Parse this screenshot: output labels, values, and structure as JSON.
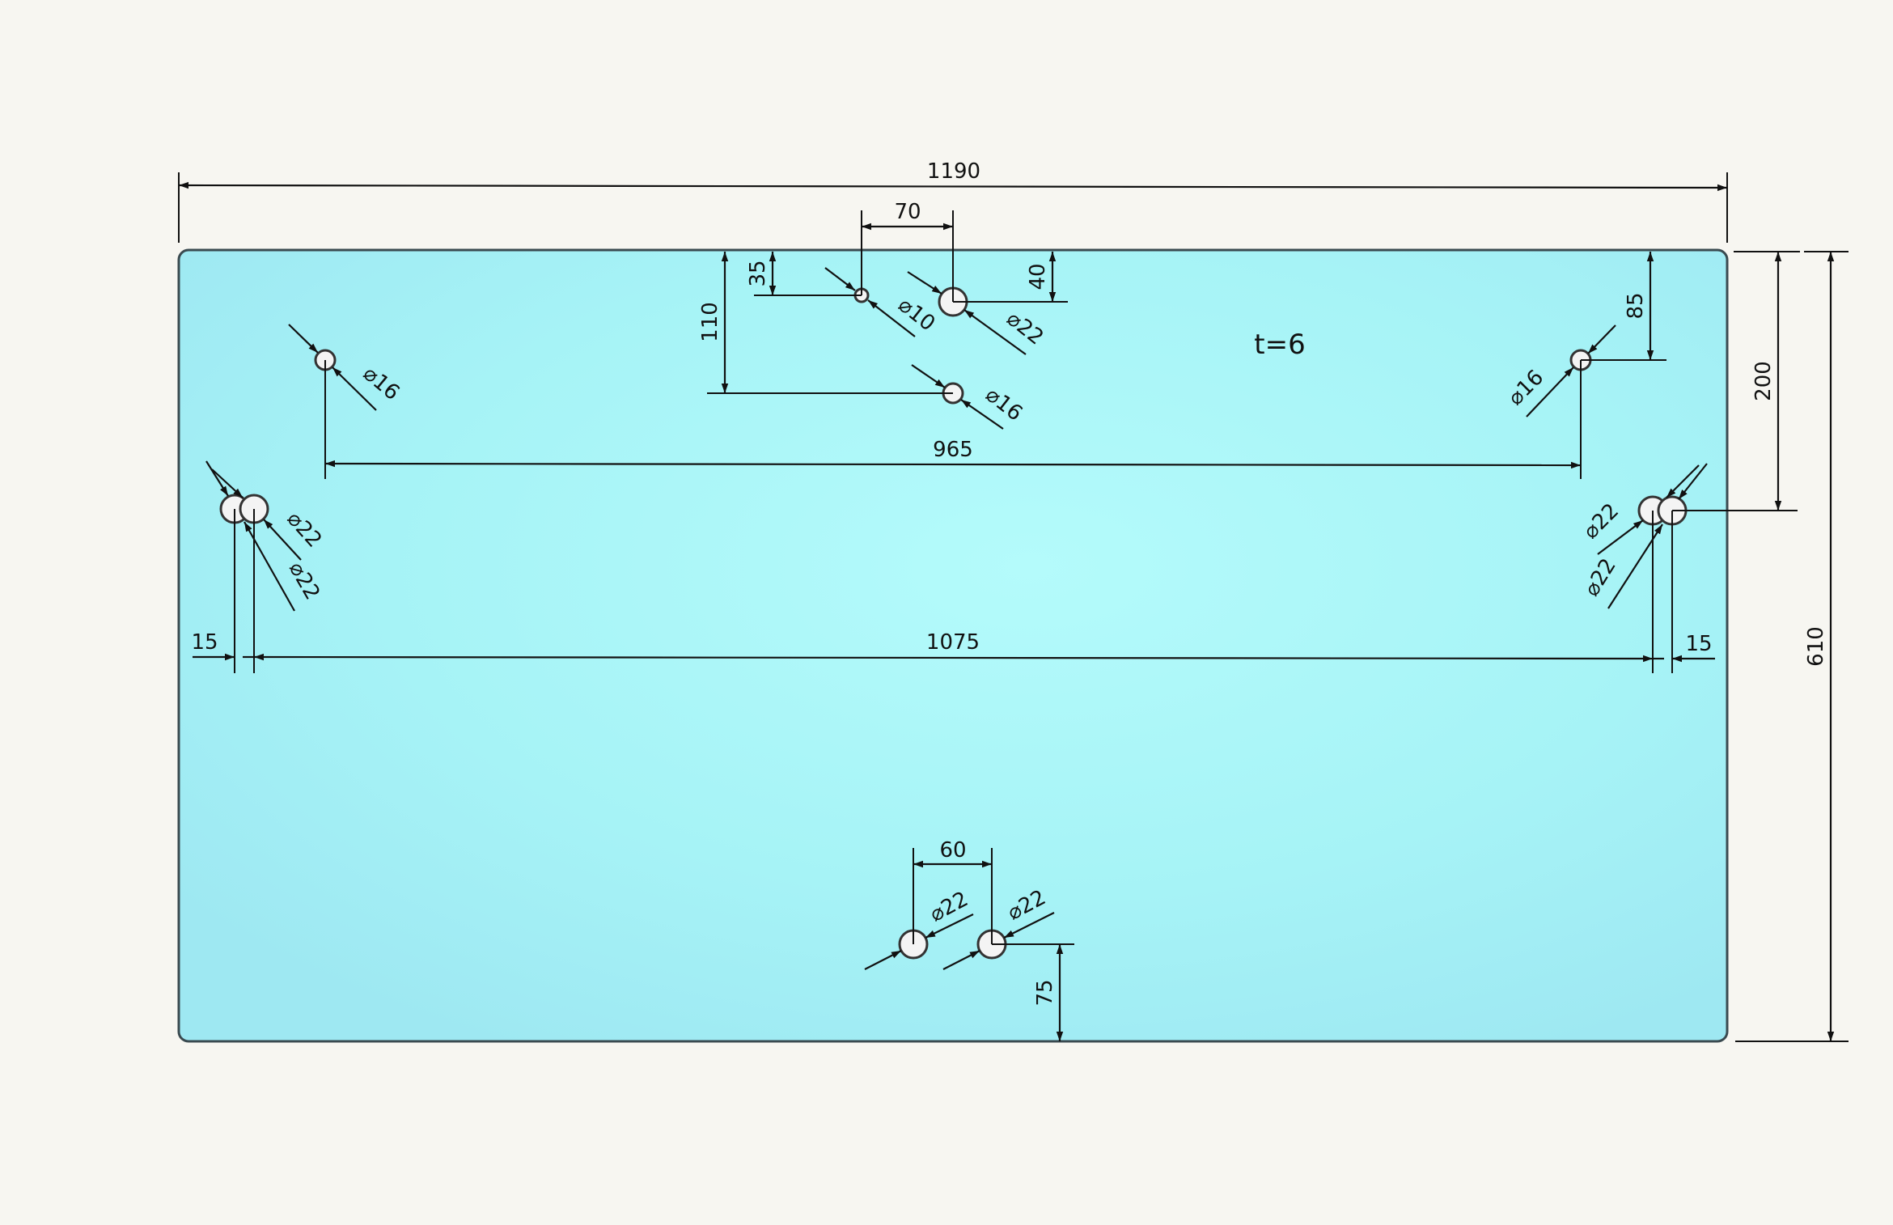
{
  "plate": {
    "thickness_note": "t=6",
    "colors": {
      "fill_edge": "#9ee8f2",
      "fill_center": "#b4fbfb",
      "outline": "#3a4a50"
    }
  },
  "dimensions": {
    "overall_width": "1190",
    "overall_height": "610",
    "top_hole_spacing": "70",
    "top_small_hole_offset": "35",
    "top_large_hole_offset": "40",
    "center_hole_offset": "110",
    "side_hole_offset": "85",
    "mid_holes_offset": "200",
    "upper_hole_span": "965",
    "mid_hole_span": "1075",
    "left_pair_spacing": "15",
    "right_pair_spacing": "15",
    "bottom_hole_spacing": "60",
    "bottom_hole_offset": "75"
  },
  "callouts": {
    "d10": "⌀10",
    "d22_top": "⌀22",
    "d16_center": "⌀16",
    "d16_left": "⌀16",
    "d16_right": "⌀16",
    "d22_left_a": "⌀22",
    "d22_left_b": "⌀22",
    "d22_right_a": "⌀22",
    "d22_right_b": "⌀22",
    "d22_bottom_a": "⌀22",
    "d22_bottom_b": "⌀22"
  }
}
